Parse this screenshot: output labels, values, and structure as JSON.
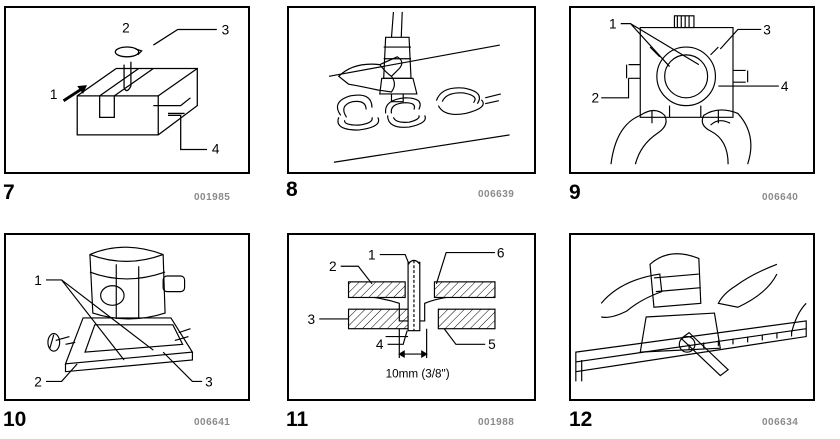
{
  "figures": [
    {
      "number": "7",
      "code": "001985",
      "callouts": [
        "2",
        "3",
        "1",
        "4"
      ]
    },
    {
      "number": "8",
      "code": "006639",
      "callouts": []
    },
    {
      "number": "9",
      "code": "006640",
      "callouts": [
        "1",
        "3",
        "2",
        "4"
      ]
    },
    {
      "number": "10",
      "code": "006641",
      "callouts": [
        "1",
        "2",
        "3"
      ]
    },
    {
      "number": "11",
      "code": "001988",
      "callouts": [
        "1",
        "6",
        "2",
        "3",
        "4",
        "5"
      ],
      "dimension": "10mm (3/8\")"
    },
    {
      "number": "12",
      "code": "006634",
      "callouts": []
    }
  ]
}
